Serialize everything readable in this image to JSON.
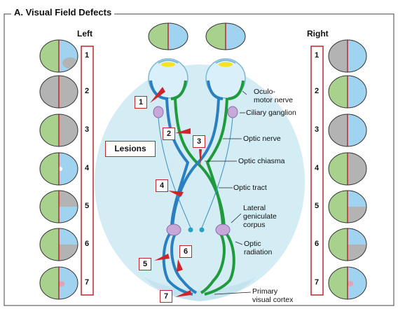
{
  "title": "A. Visual Field Defects",
  "side_left": "Left",
  "side_right": "Right",
  "lesions_box": "Lesions",
  "field_rows": [
    "1",
    "2",
    "3",
    "4",
    "5",
    "6",
    "7"
  ],
  "lesion_markers": [
    "1",
    "2",
    "3",
    "4",
    "5",
    "6",
    "7"
  ],
  "structure_labels": {
    "oculomotor": "Oculo-\nmotor nerve",
    "ciliary": "Ciliary ganglion",
    "optic_nerve": "Optic nerve",
    "chiasma": "Optic chiasma",
    "tract": "Optic tract",
    "lgb": "Lateral\ngeniculate\ncorpus",
    "radiation": "Optic\nradiation",
    "cortex": "Primary\nvisual cortex"
  },
  "colors": {
    "field_green": "#a9d18e",
    "field_blue": "#9fd3f0",
    "defect_gray": "#b3b3b3",
    "midline_red": "#c0272d",
    "nerve_blue": "#2a7fc1",
    "nerve_green": "#1f9a3c",
    "brain_bg": "#d4ecf4"
  },
  "left_defects": [
    "right-lower-partial",
    "both",
    "right",
    "left-small-spot",
    "none-upper-right-quadrant",
    "right-lower-quadrant",
    "center-spot"
  ],
  "right_defects": [
    "left",
    "none",
    "left",
    "right-half",
    "right-lower-quadrant",
    "right-lower-quadrant",
    "center-spot"
  ]
}
